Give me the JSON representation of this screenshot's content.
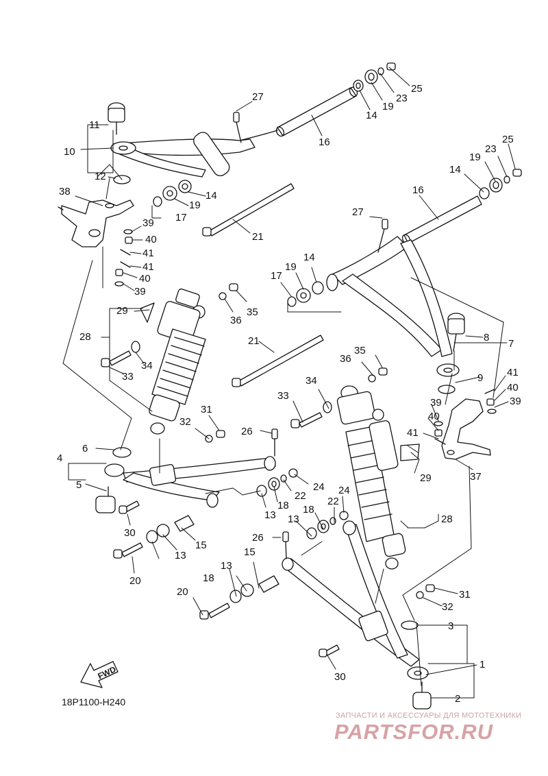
{
  "diagram": {
    "reference_code": "18P1100-H240",
    "fwd_label": "FWD",
    "watermark_top": "ЗАПЧАСТИ И АКСЕССУАРЫ ДЛЯ МОТОТЕХНИКИ",
    "watermark_logo": "PARTSFOR.RU",
    "callouts": [
      {
        "id": "c25a",
        "text": "25"
      },
      {
        "id": "c23a",
        "text": "23"
      },
      {
        "id": "c19a",
        "text": "19"
      },
      {
        "id": "c14a",
        "text": "14"
      },
      {
        "id": "c27a",
        "text": "27"
      },
      {
        "id": "c16a",
        "text": "16"
      },
      {
        "id": "c11",
        "text": "11"
      },
      {
        "id": "c10",
        "text": "10"
      },
      {
        "id": "c12",
        "text": "12"
      },
      {
        "id": "c14b",
        "text": "14"
      },
      {
        "id": "c19b",
        "text": "19"
      },
      {
        "id": "c17a",
        "text": "17"
      },
      {
        "id": "c21a",
        "text": "21"
      },
      {
        "id": "c38",
        "text": "38"
      },
      {
        "id": "c39a",
        "text": "39"
      },
      {
        "id": "c40a",
        "text": "40"
      },
      {
        "id": "c41a",
        "text": "41"
      },
      {
        "id": "c41b",
        "text": "41"
      },
      {
        "id": "c40b",
        "text": "40"
      },
      {
        "id": "c39b",
        "text": "39"
      },
      {
        "id": "c25b",
        "text": "25"
      },
      {
        "id": "c23b",
        "text": "23"
      },
      {
        "id": "c19c",
        "text": "19"
      },
      {
        "id": "c14c",
        "text": "14"
      },
      {
        "id": "c16b",
        "text": "16"
      },
      {
        "id": "c27b",
        "text": "27"
      },
      {
        "id": "c19d",
        "text": "19"
      },
      {
        "id": "c14d",
        "text": "14"
      },
      {
        "id": "c17b",
        "text": "17"
      },
      {
        "id": "c35a",
        "text": "35"
      },
      {
        "id": "c36a",
        "text": "36"
      },
      {
        "id": "c29a",
        "text": "29"
      },
      {
        "id": "c28a",
        "text": "28"
      },
      {
        "id": "c34a",
        "text": "34"
      },
      {
        "id": "c33a",
        "text": "33"
      },
      {
        "id": "c21b",
        "text": "21"
      },
      {
        "id": "c8",
        "text": "8"
      },
      {
        "id": "c7",
        "text": "7"
      },
      {
        "id": "c36b",
        "text": "36"
      },
      {
        "id": "c35b",
        "text": "35"
      },
      {
        "id": "c9",
        "text": "9"
      },
      {
        "id": "c41c",
        "text": "41"
      },
      {
        "id": "c40c",
        "text": "40"
      },
      {
        "id": "c39c",
        "text": "39"
      },
      {
        "id": "c39d",
        "text": "39"
      },
      {
        "id": "c40d",
        "text": "40"
      },
      {
        "id": "c41d",
        "text": "41"
      },
      {
        "id": "c37",
        "text": "37"
      },
      {
        "id": "c34b",
        "text": "34"
      },
      {
        "id": "c33b",
        "text": "33"
      },
      {
        "id": "c31a",
        "text": "31"
      },
      {
        "id": "c32a",
        "text": "32"
      },
      {
        "id": "c26a",
        "text": "26"
      },
      {
        "id": "c6",
        "text": "6"
      },
      {
        "id": "c4",
        "text": "4"
      },
      {
        "id": "c5",
        "text": "5"
      },
      {
        "id": "c24a",
        "text": "24"
      },
      {
        "id": "c22a",
        "text": "22"
      },
      {
        "id": "c18a",
        "text": "18"
      },
      {
        "id": "c13a",
        "text": "13"
      },
      {
        "id": "c30a",
        "text": "30"
      },
      {
        "id": "c13b",
        "text": "13"
      },
      {
        "id": "c15a",
        "text": "15"
      },
      {
        "id": "c29b",
        "text": "29"
      },
      {
        "id": "c18b",
        "text": "18"
      },
      {
        "id": "c13c",
        "text": "13"
      },
      {
        "id": "c22b",
        "text": "22"
      },
      {
        "id": "c24b",
        "text": "24"
      },
      {
        "id": "c28b",
        "text": "28"
      },
      {
        "id": "c26b",
        "text": "26"
      },
      {
        "id": "c20a",
        "text": "20"
      },
      {
        "id": "c15b",
        "text": "15"
      },
      {
        "id": "c13d",
        "text": "13"
      },
      {
        "id": "c18c",
        "text": "18"
      },
      {
        "id": "c20b",
        "text": "20"
      },
      {
        "id": "c31b",
        "text": "31"
      },
      {
        "id": "c32b",
        "text": "32"
      },
      {
        "id": "c3",
        "text": "3"
      },
      {
        "id": "c1",
        "text": "1"
      },
      {
        "id": "c30b",
        "text": "30"
      },
      {
        "id": "c2",
        "text": "2"
      }
    ]
  }
}
